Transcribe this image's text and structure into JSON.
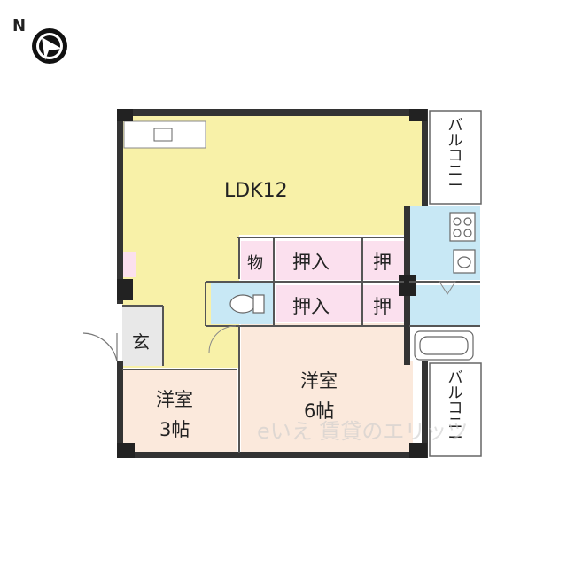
{
  "compass": {
    "label": "N"
  },
  "rooms": {
    "ldk": "LDK12",
    "entrance": "玄",
    "storage": "物",
    "closet_top": "押入",
    "closet_bottom": "押入",
    "oshi_top": "押",
    "oshi_bottom": "押",
    "western_small_line1": "洋室",
    "western_small_line2": "3帖",
    "western_large_line1": "洋室",
    "western_large_line2": "6帖"
  },
  "balcony": {
    "top": "バルコニー",
    "bottom": "バルコニー"
  },
  "watermark": "eいえ 賃貸のエリッツ",
  "colors": {
    "ldk": "#f8f1a8",
    "western": "#fbe9dc",
    "closet": "#fbe0ee",
    "wet": "#c8e8f5",
    "wall": "#333333"
  }
}
